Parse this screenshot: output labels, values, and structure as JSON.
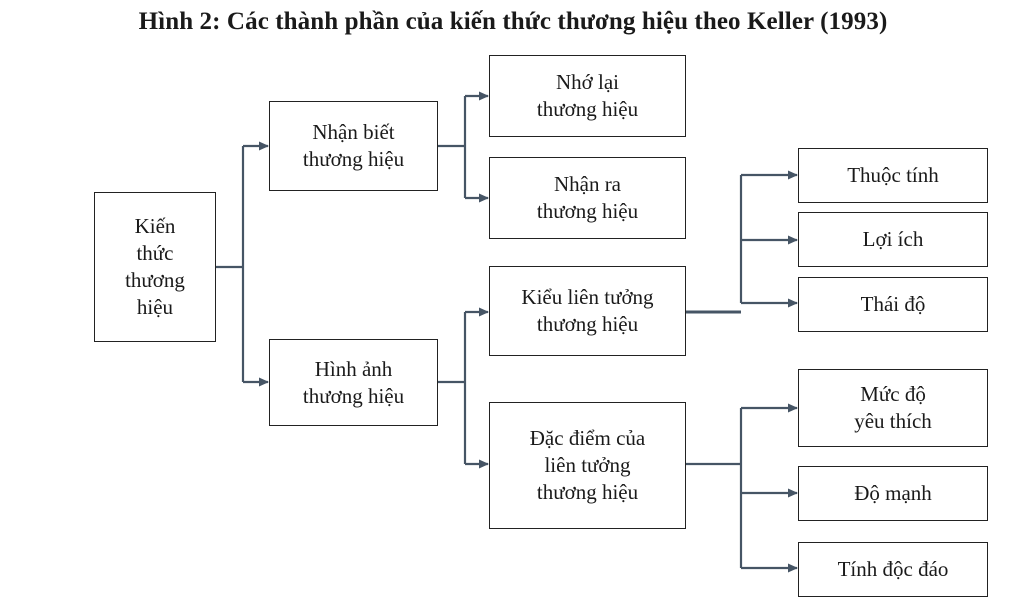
{
  "title": "Hình 2: Các thành phần của kiến thức thương hiệu theo Keller (1993)",
  "colors": {
    "line": "#465565",
    "border": "#222222",
    "text": "#1a1a1a"
  },
  "nodes": {
    "root": "Kiến\nthức\nthương\nhiệu",
    "awareness": "Nhận biết\nthương hiệu",
    "image": "Hình ảnh\nthương hiệu",
    "recall": "Nhớ lại\nthương hiệu",
    "recognition": "Nhận ra\nthương hiệu",
    "assoc_types": "Kiểu liên tưởng\nthương hiệu",
    "assoc_features": "Đặc điểm của\nliên tưởng\nthương hiệu",
    "attributes": "Thuộc tính",
    "benefits": "Lợi ích",
    "attitudes": "Thái độ",
    "favorability": "Mức độ\nyêu thích",
    "strength": "Độ mạnh",
    "uniqueness": "Tính độc đáo"
  }
}
